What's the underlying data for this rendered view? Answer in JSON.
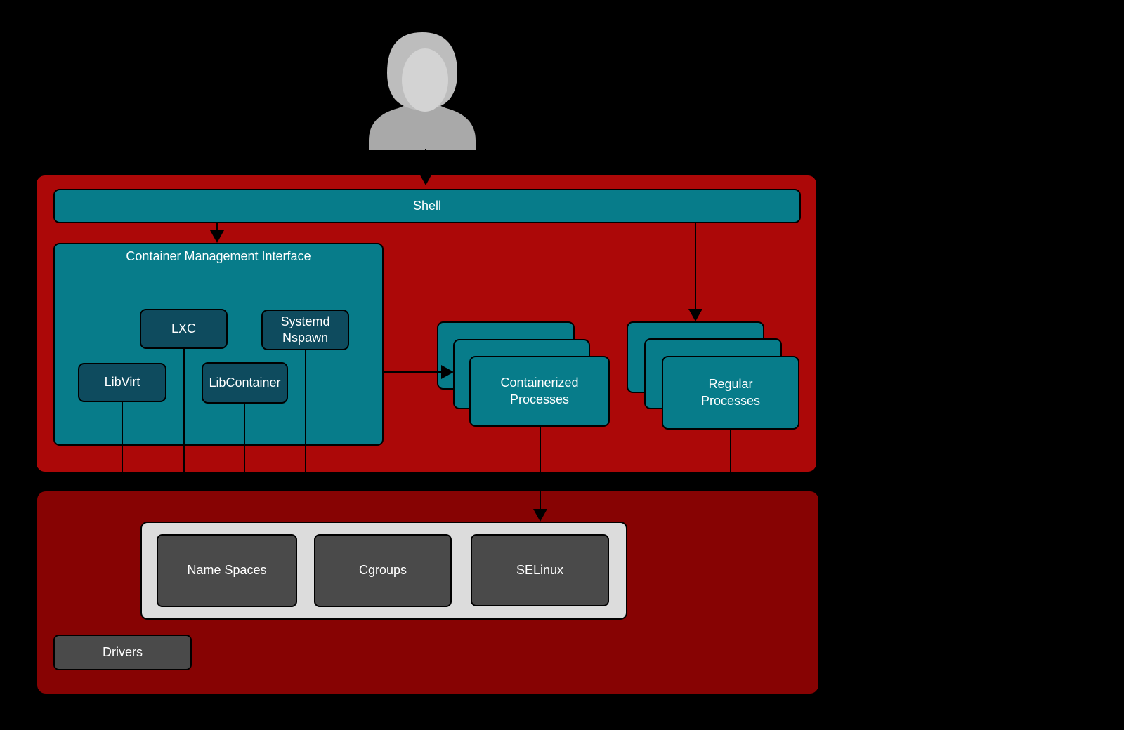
{
  "diagram": {
    "user_icon": "person-silhouette",
    "nodes": {
      "shell": "Shell",
      "cmi_title": "Container Management Interface",
      "lxc": "LXC",
      "systemd_nspawn": "Systemd\nNspawn",
      "libvirt": "LibVirt",
      "libcontainer": "LibContainer",
      "containerized": "Containerized\nProcesses",
      "regular": "Regular\nProcesses",
      "namespaces": "Name Spaces",
      "cgroups": "Cgroups",
      "selinux": "SELinux",
      "drivers": "Drivers"
    },
    "edges": [
      {
        "from": "user",
        "to": "shell",
        "arrow": true
      },
      {
        "from": "shell",
        "to": "cmi",
        "arrow": true
      },
      {
        "from": "shell",
        "to": "regular",
        "arrow": true
      },
      {
        "from": "cmi",
        "to": "containerized",
        "arrow": true
      },
      {
        "from": "containerized",
        "to": "kernel-panel",
        "arrow": true
      },
      {
        "from": "regular",
        "to": "user-space-bottom",
        "arrow": false
      },
      {
        "from": "libvirt",
        "to": "user-space-bottom",
        "arrow": false
      },
      {
        "from": "lxc",
        "to": "user-space-bottom",
        "arrow": false
      },
      {
        "from": "libcontainer",
        "to": "user-space-bottom",
        "arrow": false
      },
      {
        "from": "systemd_nspawn",
        "to": "user-space-bottom",
        "arrow": false
      }
    ],
    "colors": {
      "background": "#000000",
      "user_space_red": "#AC0808",
      "kernel_red": "#870303",
      "teal": "#077C8A",
      "dark_teal": "#0E4B5E",
      "panel_light_gray": "#DCDCDC",
      "box_dark_gray": "#4A4A4A",
      "person_gray": "#A9A9A9",
      "text": "#FFFFFF"
    }
  }
}
